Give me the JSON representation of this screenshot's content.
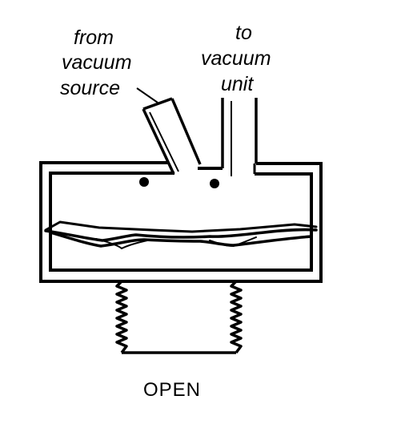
{
  "labels": {
    "from_source": [
      "from",
      "vacuum",
      "source"
    ],
    "to_unit": [
      "to",
      "vacuum",
      "unit"
    ],
    "state": "OPEN"
  },
  "colors": {
    "ink": "#000000",
    "background": "#ffffff"
  }
}
